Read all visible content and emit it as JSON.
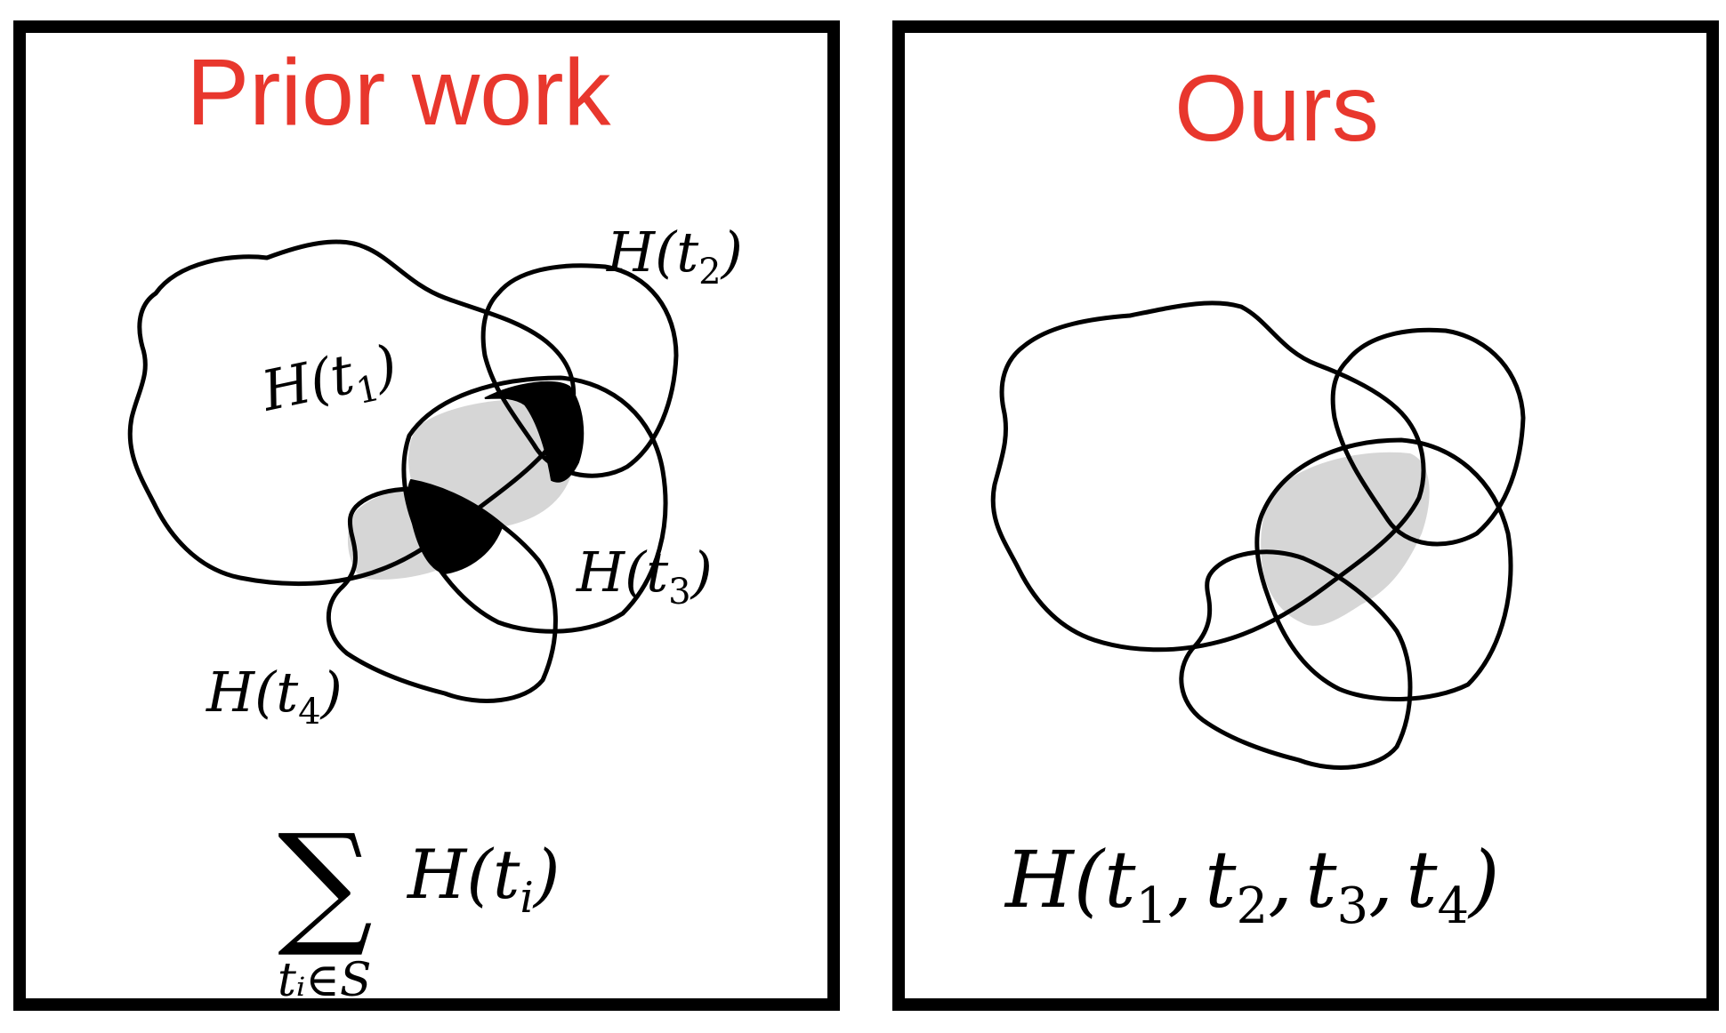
{
  "panels": {
    "left": {
      "title": "Prior work",
      "labels": {
        "t1": {
          "head": "H(t",
          "sub": "1",
          "tail": ")"
        },
        "t2": {
          "head": "H(t",
          "sub": "2",
          "tail": ")"
        },
        "t3": {
          "head": "H(t",
          "sub": "3",
          "tail": ")"
        },
        "t4": {
          "head": "H(t",
          "sub": "4",
          "tail": ")"
        }
      },
      "formula": {
        "sum_symbol": "∑",
        "term_head": "H(t",
        "term_sub": "i",
        "term_tail": ")",
        "under": "tᵢ∈S"
      }
    },
    "right": {
      "title": "Ours",
      "formula": {
        "head": "H(",
        "t": "t",
        "subs": [
          "1",
          "2",
          "3",
          "4"
        ],
        "sep": ",",
        "tail": ")"
      }
    }
  },
  "colors": {
    "title": "#e8372d",
    "frame": "#000000",
    "overlap_shade": "#d6d6d6",
    "excluded_region": "#000000"
  }
}
